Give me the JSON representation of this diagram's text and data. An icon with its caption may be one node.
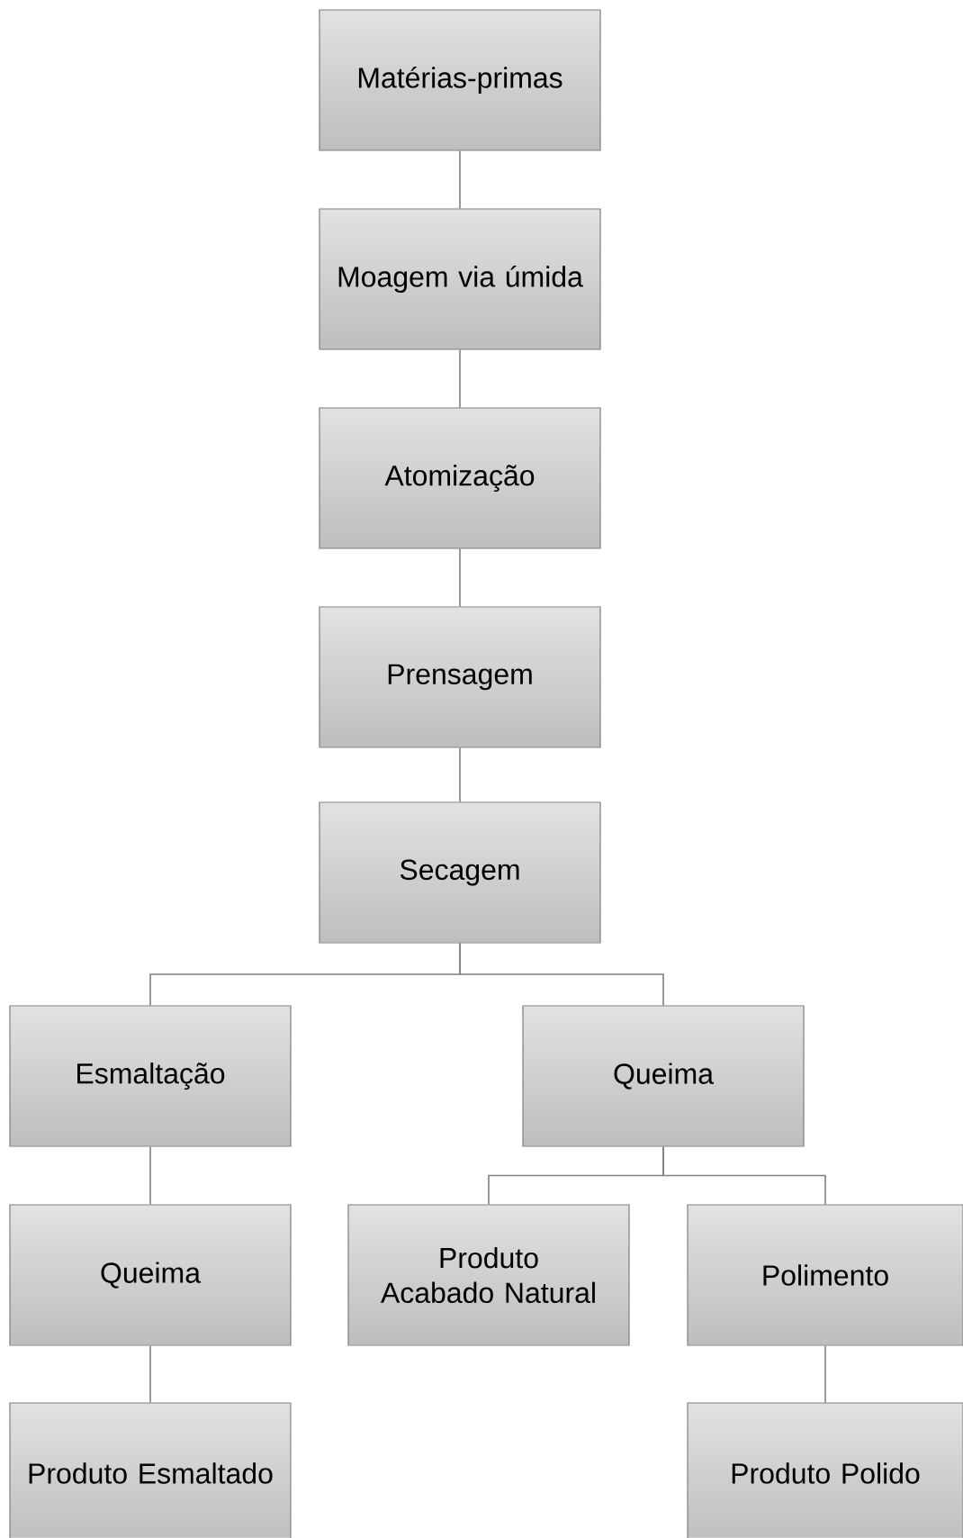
{
  "diagram": {
    "nodes": [
      {
        "text": [
          "Matérias-primas"
        ]
      },
      {
        "text": [
          "Moagem via úmida"
        ]
      },
      {
        "text": [
          "Atomização"
        ]
      },
      {
        "text": [
          "Prensagem"
        ]
      },
      {
        "text": [
          "Secagem"
        ]
      },
      {
        "text": [
          "Esmaltação"
        ]
      },
      {
        "text": [
          "Queima"
        ]
      },
      {
        "text": [
          "Queima"
        ]
      },
      {
        "text": [
          "Produto Acabado Natural"
        ]
      },
      {
        "text": [
          "Polimento"
        ]
      },
      {
        "text": [
          "Produto Esmaltado"
        ]
      },
      {
        "text": [
          "Produto Polido"
        ]
      }
    ],
    "edges": [
      {
        "from": 0,
        "to": 1,
        "arrow": "none"
      },
      {
        "from": 1,
        "to": 2,
        "arrow": "none"
      },
      {
        "from": 2,
        "to": 3,
        "arrow": "none"
      },
      {
        "from": 3,
        "to": 4,
        "arrow": "none"
      },
      {
        "from": 4,
        "to": 5,
        "arrow": "none"
      },
      {
        "from": 4,
        "to": 6,
        "arrow": "none"
      },
      {
        "from": 5,
        "to": 7,
        "arrow": "none"
      },
      {
        "from": 6,
        "to": 8,
        "arrow": "none"
      },
      {
        "from": 6,
        "to": 9,
        "arrow": "none"
      },
      {
        "from": 7,
        "to": 10,
        "arrow": "none"
      },
      {
        "from": 9,
        "to": 11,
        "arrow": "none"
      }
    ]
  }
}
